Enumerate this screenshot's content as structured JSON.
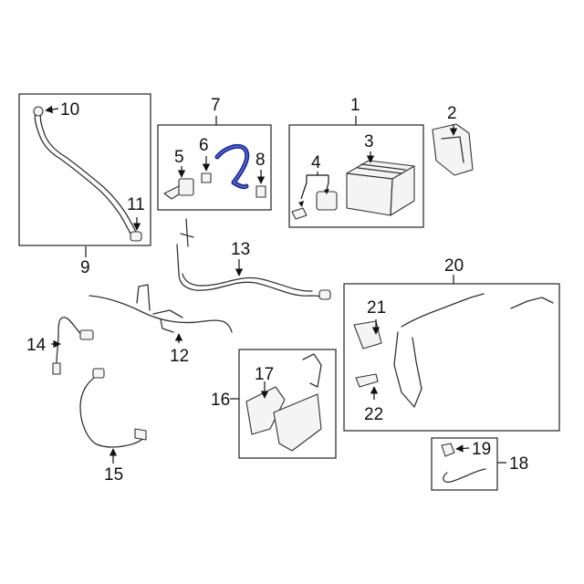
{
  "callouts": {
    "c1": "1",
    "c2": "2",
    "c3": "3",
    "c4": "4",
    "c5": "5",
    "c6": "6",
    "c7": "7",
    "c8": "8",
    "c9": "9",
    "c10": "10",
    "c11": "11",
    "c12": "12",
    "c13": "13",
    "c14": "14",
    "c15": "15",
    "c16": "16",
    "c17": "17",
    "c18": "18",
    "c19": "19",
    "c20": "20",
    "c21": "21",
    "c22": "22"
  },
  "highlight": {
    "part": "6",
    "color": "#1d2a8f"
  }
}
